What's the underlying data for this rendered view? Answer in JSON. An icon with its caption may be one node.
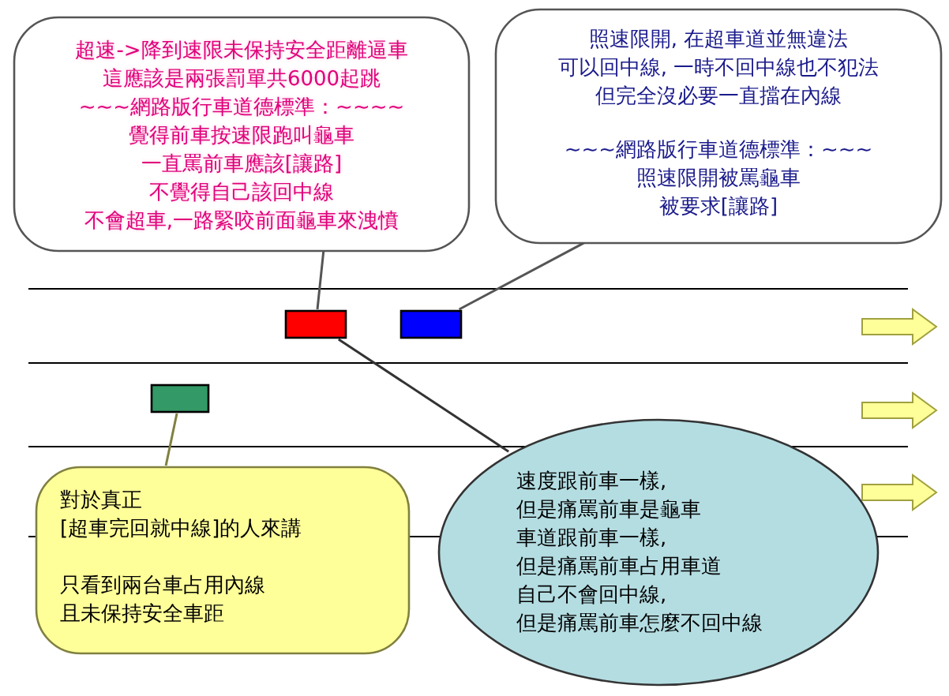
{
  "diagram": {
    "nodes": [
      {
        "text": [
          "超速->降到速限未保持安全距離逼車",
          "這應該是兩張罰單共6000起跳",
          "~~~網路版行車道德標準：~~~~",
          "覺得前車按速限跑叫龜車",
          "一直罵前車應該[讓路]",
          "不覺得自己該回中線",
          "不會超車,一路緊咬前面龜車來洩憤"
        ]
      },
      {
        "text": [
          "照速限開, 在超車道並無違法",
          "可以回中線, 一時不回中線也不犯法",
          "但完全沒必要一直擋在內線",
          "~~~網路版行車道德標準：~~~",
          "照速限開被罵龜車",
          "被要求[讓路]"
        ]
      },
      {
        "text": [],
        "shape": "box"
      },
      {
        "text": [],
        "shape": "box"
      },
      {
        "text": [],
        "shape": "box"
      },
      {
        "text": [
          "對於真正",
          "[超車完回就中線]的人來講",
          "只看到兩台車占用內線",
          "且未保持安全車距"
        ]
      },
      {
        "text": [
          "速度跟前車一樣,",
          "但是痛罵前車是龜車",
          "車道跟前車一樣,",
          "但是痛罵前車占用車道",
          "自己不會回中線,",
          "但是痛罵前車怎麼不回中線"
        ]
      }
    ],
    "edges": [
      {
        "from": 0,
        "to": 2,
        "arrow": "none"
      },
      {
        "from": 1,
        "to": 3,
        "arrow": "none"
      },
      {
        "from": 5,
        "to": 4,
        "arrow": "none"
      },
      {
        "from": 6,
        "to": 2,
        "arrow": "none"
      }
    ]
  }
}
